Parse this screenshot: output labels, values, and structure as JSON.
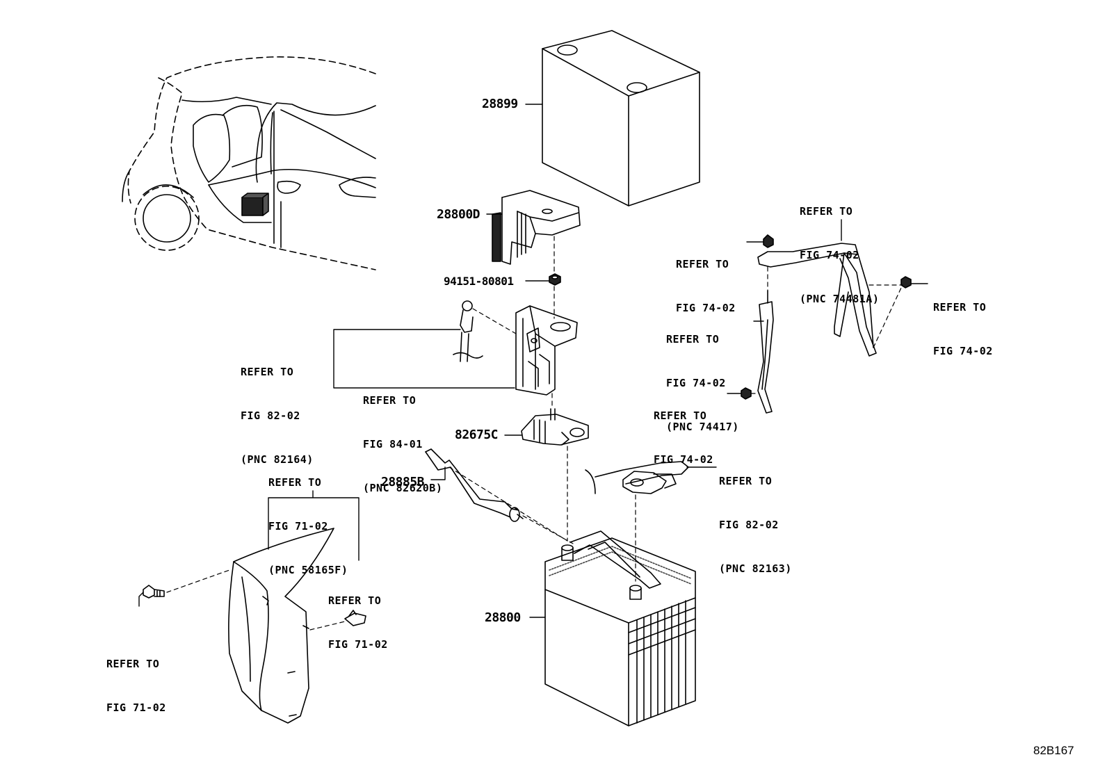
{
  "parts": {
    "cover": "28899",
    "clamp_cover": "28800D",
    "nut": "94151-80801",
    "terminal": "82675C",
    "cable": "28885B",
    "battery": "28800"
  },
  "refs": {
    "r74_a": [
      "REFER TO",
      "FIG 74-02",
      "(PNC 74481A)"
    ],
    "r74_b": [
      "REFER TO",
      "FIG 74-02"
    ],
    "r74_c": [
      "REFER TO",
      "FIG 74-02"
    ],
    "r74_d": [
      "REFER TO",
      "FIG 74-02",
      "(PNC 74417)"
    ],
    "r74_e": [
      "REFER TO",
      "FIG 74-02"
    ],
    "r82_a": [
      "REFER TO",
      "FIG 82-02",
      "(PNC 82164)"
    ],
    "r84": [
      "REFER TO",
      "FIG 84-01",
      "(PNC 82620B)"
    ],
    "r71_a": [
      "REFER TO",
      "FIG 71-02",
      "(PNC 58165F)"
    ],
    "r71_b": [
      "REFER TO",
      "FIG 71-02"
    ],
    "r71_c": [
      "REFER TO",
      "FIG 71-02"
    ],
    "r82_b": [
      "REFER TO",
      "FIG 82-02",
      "(PNC 82163)"
    ]
  },
  "illustration_code": "82B167"
}
